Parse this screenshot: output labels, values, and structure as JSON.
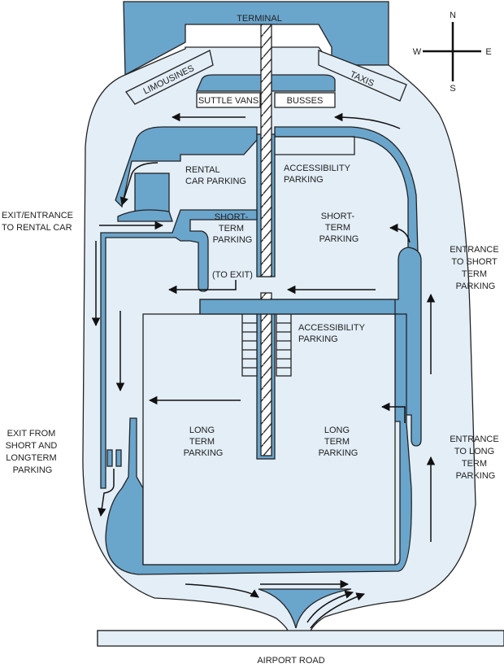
{
  "colors": {
    "road_fill": "#e3eef7",
    "structure_fill": "#6aa5cc",
    "outline": "#222222",
    "background": "#ffffff"
  },
  "compass": {
    "n": "N",
    "s": "S",
    "e": "E",
    "w": "W"
  },
  "labels": {
    "terminal": "TERMINAL",
    "limousines": "LIMOUSINES",
    "taxis": "TAXIS",
    "shuttle_vans": "SUTTLE VANS",
    "busses": "BUSSES",
    "rental_car_parking": [
      "RENTAL",
      "CAR PARKING"
    ],
    "accessibility_parking_north": [
      "ACCESSIBILITY",
      "PARKING"
    ],
    "short_term_west": [
      "SHORT-",
      "TERM",
      "PARKING"
    ],
    "short_term_east": [
      "SHORT-",
      "TERM",
      "PARKING"
    ],
    "to_exit": "(TO EXIT)",
    "accessibility_parking_south": [
      "ACCESSIBILITY",
      "PARKING"
    ],
    "long_term_west": [
      "LONG",
      "TERM",
      "PARKING"
    ],
    "long_term_east": [
      "LONG",
      "TERM",
      "PARKING"
    ],
    "airport_road": "AIRPORT ROAD"
  },
  "side_labels": {
    "exit_entrance_rental": [
      "EXIT/ENTRANCE",
      "TO RENTAL CAR"
    ],
    "entrance_short_term": [
      "ENTRANCE",
      "TO SHORT",
      "TERM",
      "PARKING"
    ],
    "exit_short_long": [
      "EXIT FROM",
      "SHORT AND",
      "LONGTERM",
      "PARKING"
    ],
    "entrance_long_term": [
      "ENTRANCE",
      "TO LONG",
      "TERM",
      "PARKING"
    ]
  }
}
